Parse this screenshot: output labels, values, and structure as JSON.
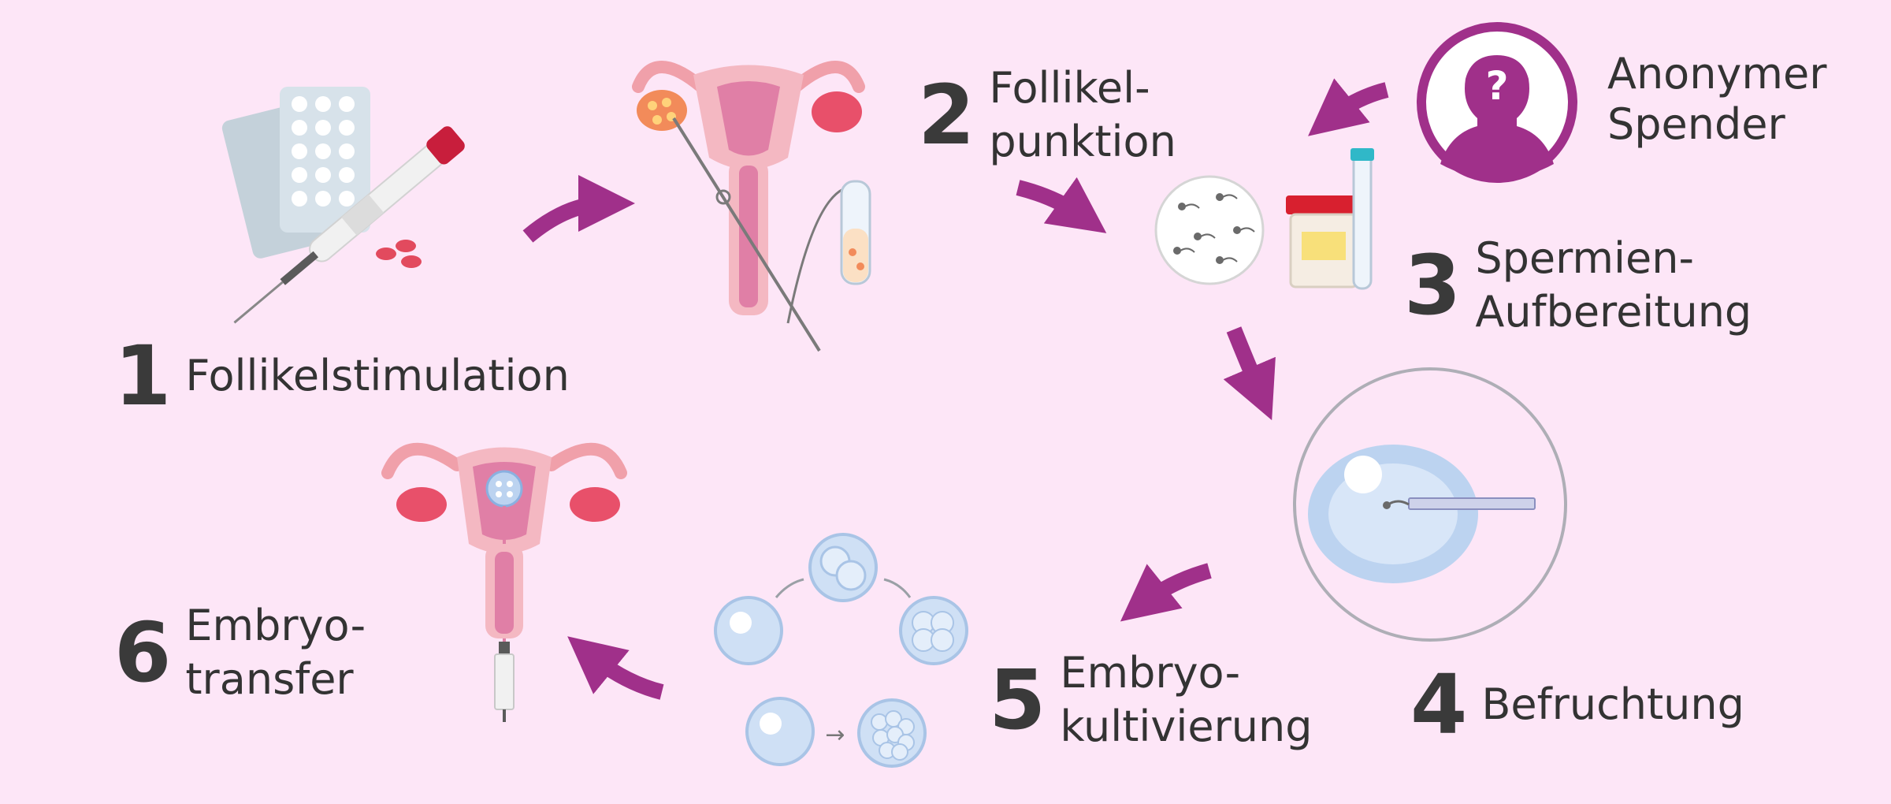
{
  "diagram": {
    "background_color": "#fde6f7",
    "accent_color": "#a0308a",
    "steps": [
      {
        "number": "1",
        "lines": [
          "Follikelstimulation"
        ]
      },
      {
        "number": "2",
        "lines": [
          "Follikel-",
          "punktion"
        ]
      },
      {
        "number": "3",
        "lines": [
          "Spermien-",
          "Aufbereitung"
        ]
      },
      {
        "number": "4",
        "lines": [
          "Befruchtung"
        ]
      },
      {
        "number": "5",
        "lines": [
          "Embryo-",
          "kultivierung"
        ]
      },
      {
        "number": "6",
        "lines": [
          "Embryo-",
          "transfer"
        ]
      }
    ],
    "donor": {
      "lines": [
        "Anonymer",
        "Spender"
      ],
      "icon": "anonymous-person-icon",
      "glyph": "?"
    },
    "culture_arrow_glyph": "→",
    "icons": [
      "medication-blister-pack-icon",
      "hormone-injection-pen-icon",
      "uterus-puncture-icon",
      "test-tube-icon",
      "sperm-petri-dish-icon",
      "sample-cup-icon",
      "icsi-egg-icon",
      "embryo-culture-icon",
      "uterus-transfer-icon",
      "syringe-icon"
    ]
  }
}
